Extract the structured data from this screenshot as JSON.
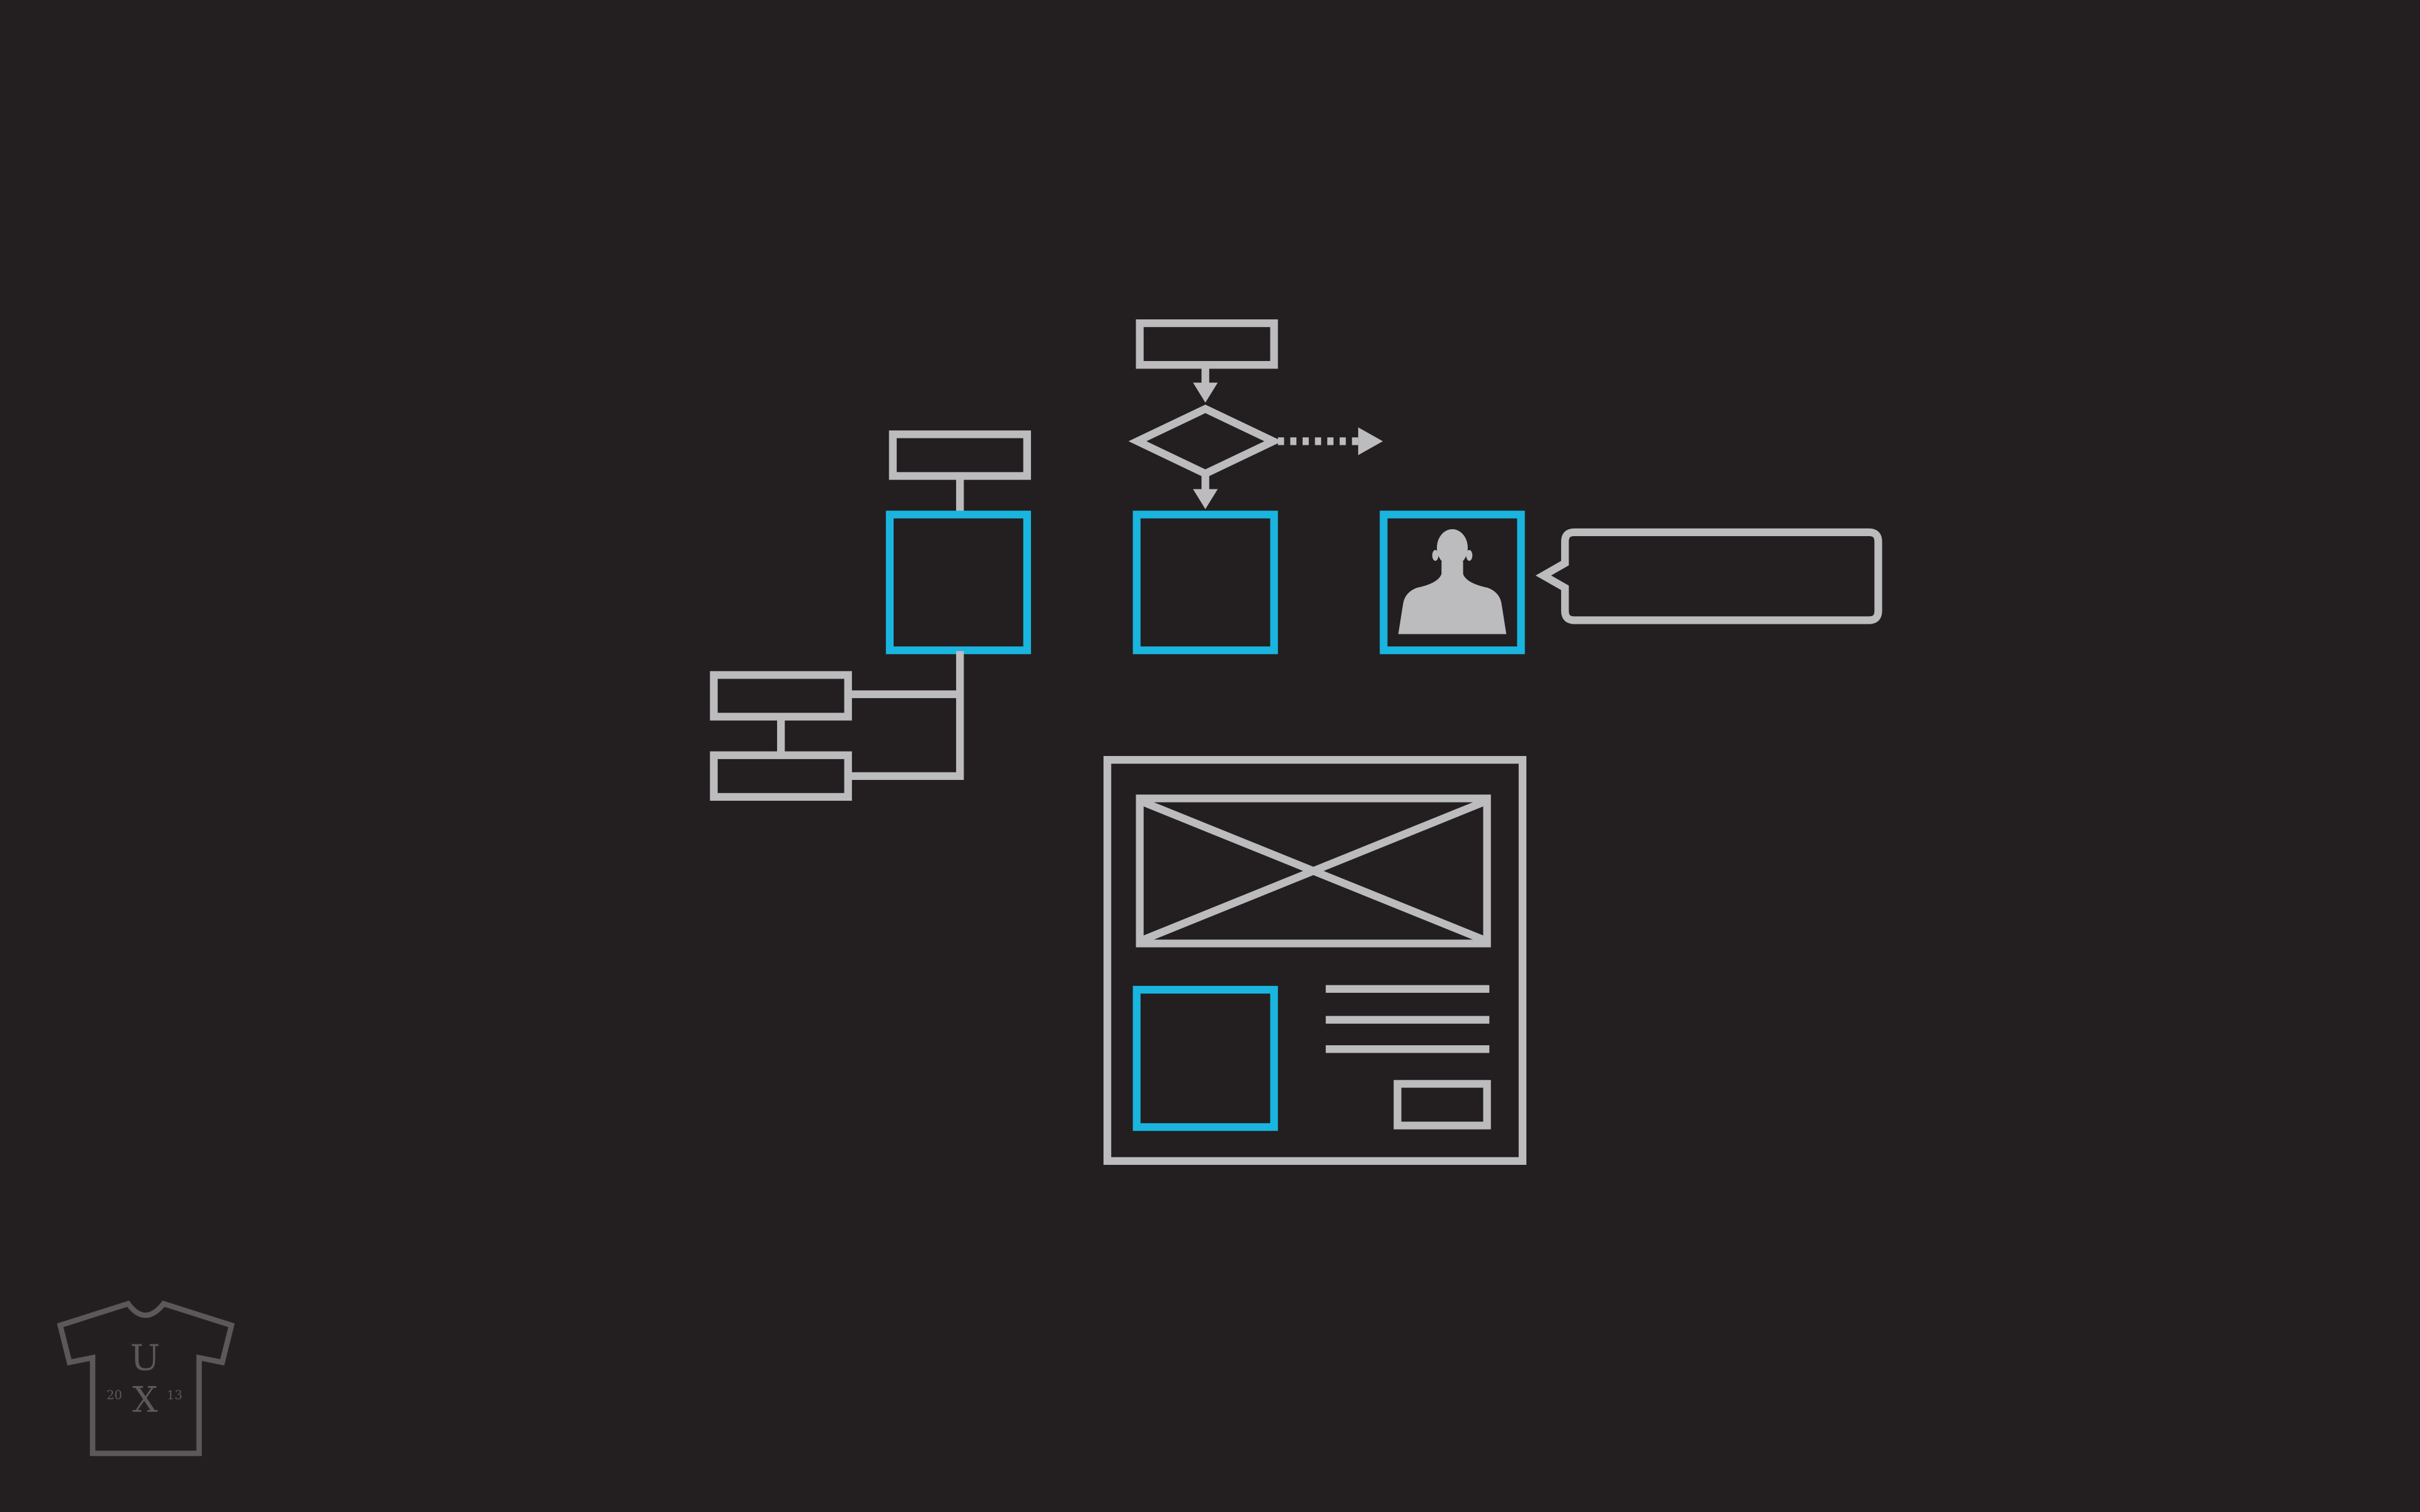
{
  "colors": {
    "background": "#231f20",
    "stroke": "#bcbbbd",
    "accent": "#19b5df",
    "logo": "#5a5859"
  },
  "logo": {
    "icon": "tshirt-icon",
    "letter_u": "U",
    "letter_x": "X",
    "year_left": "20",
    "year_right": "13"
  },
  "icons": {
    "avatar": "person-silhouette-icon",
    "wireframe_image": "image-placeholder-icon",
    "decision": "decision-diamond-icon",
    "speech": "speech-bubble-icon"
  }
}
